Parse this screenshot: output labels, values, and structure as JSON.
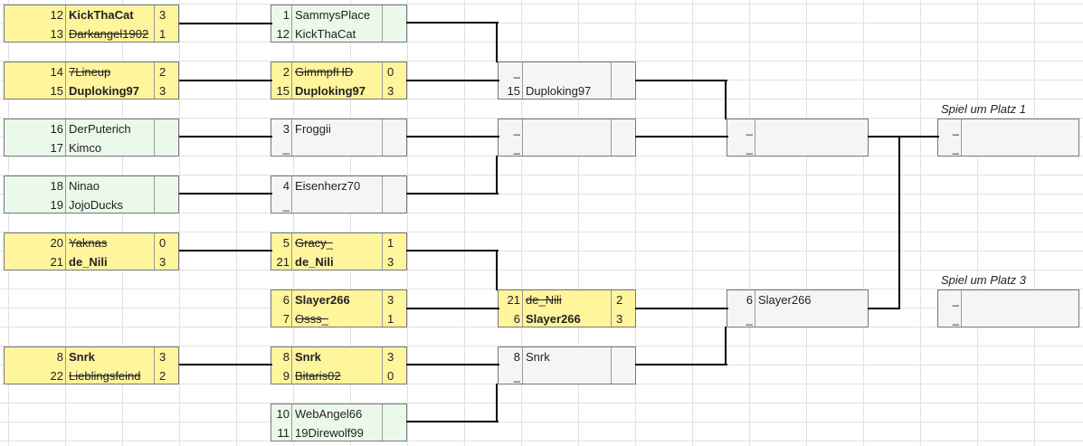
{
  "colors": {
    "played": "#fff59d",
    "pending": "#eaf9ea",
    "empty": "#f5f5f5",
    "border": "#777777",
    "connector": "#000000"
  },
  "place_labels": {
    "first": "Spiel um Platz 1",
    "third": "Spiel um Platz 3"
  },
  "rounds": [
    {
      "name": "round-1",
      "matches": [
        {
          "state": "played",
          "slots": [
            {
              "seed": "12",
              "name": "KickThaCat",
              "score": "3",
              "result": "win"
            },
            {
              "seed": "13",
              "name": "Darkangel1902",
              "score": "1",
              "result": "lose"
            }
          ]
        },
        {
          "state": "played",
          "slots": [
            {
              "seed": "14",
              "name": "7Lineup",
              "score": "2",
              "result": "lose"
            },
            {
              "seed": "15",
              "name": "Duploking97",
              "score": "3",
              "result": "win"
            }
          ]
        },
        {
          "state": "pending",
          "slots": [
            {
              "seed": "16",
              "name": "DerPuterich",
              "score": "",
              "result": ""
            },
            {
              "seed": "17",
              "name": "Kimco",
              "score": "",
              "result": ""
            }
          ]
        },
        {
          "state": "pending",
          "slots": [
            {
              "seed": "18",
              "name": "Ninao",
              "score": "",
              "result": ""
            },
            {
              "seed": "19",
              "name": "JojoDucks",
              "score": "",
              "result": ""
            }
          ]
        },
        {
          "state": "played",
          "slots": [
            {
              "seed": "20",
              "name": "Yaknas",
              "score": "0",
              "result": "lose"
            },
            {
              "seed": "21",
              "name": "de_Nili",
              "score": "3",
              "result": "win"
            }
          ]
        },
        {
          "state": "played",
          "slots": [
            {
              "seed": "8",
              "name": "Snrk",
              "score": "3",
              "result": "win"
            },
            {
              "seed": "22",
              "name": "Lieblingsfeind",
              "score": "2",
              "result": "lose"
            }
          ]
        }
      ]
    },
    {
      "name": "round-2",
      "matches": [
        {
          "state": "pending",
          "slots": [
            {
              "seed": "1",
              "name": "SammysPlace",
              "score": "",
              "result": ""
            },
            {
              "seed": "12",
              "name": "KickThaCat",
              "score": "",
              "result": ""
            }
          ]
        },
        {
          "state": "played",
          "slots": [
            {
              "seed": "2",
              "name": "GimmpfHD",
              "score": "0",
              "result": "lose"
            },
            {
              "seed": "15",
              "name": "Duploking97",
              "score": "3",
              "result": "win"
            }
          ]
        },
        {
          "state": "empty",
          "slots": [
            {
              "seed": "3",
              "name": "Froggii",
              "score": "",
              "result": ""
            },
            {
              "seed": "_",
              "name": "",
              "score": "",
              "result": ""
            }
          ]
        },
        {
          "state": "empty",
          "slots": [
            {
              "seed": "4",
              "name": "Eisenherz70",
              "score": "",
              "result": ""
            },
            {
              "seed": "_",
              "name": "",
              "score": "",
              "result": ""
            }
          ]
        },
        {
          "state": "played",
          "slots": [
            {
              "seed": "5",
              "name": "Gracy_",
              "score": "1",
              "result": "lose"
            },
            {
              "seed": "21",
              "name": "de_Nili",
              "score": "3",
              "result": "win"
            }
          ]
        },
        {
          "state": "played",
          "slots": [
            {
              "seed": "6",
              "name": "Slayer266",
              "score": "3",
              "result": "win"
            },
            {
              "seed": "7",
              "name": "Osss_",
              "score": "1",
              "result": "lose"
            }
          ]
        },
        {
          "state": "played",
          "slots": [
            {
              "seed": "8",
              "name": "Snrk",
              "score": "3",
              "result": "win"
            },
            {
              "seed": "9",
              "name": "Bitaris02",
              "score": "0",
              "result": "lose"
            }
          ]
        },
        {
          "state": "pending",
          "slots": [
            {
              "seed": "10",
              "name": "WebAngel66",
              "score": "",
              "result": ""
            },
            {
              "seed": "11",
              "name": "19Direwolf99",
              "score": "",
              "result": ""
            }
          ]
        }
      ]
    },
    {
      "name": "round-3",
      "matches": [
        {
          "state": "empty",
          "slots": [
            {
              "seed": "_",
              "name": "",
              "score": "",
              "result": ""
            },
            {
              "seed": "15",
              "name": "Duploking97",
              "score": "",
              "result": ""
            }
          ]
        },
        {
          "state": "empty",
          "slots": [
            {
              "seed": "_",
              "name": "",
              "score": "",
              "result": ""
            },
            {
              "seed": "_",
              "name": "",
              "score": "",
              "result": ""
            }
          ]
        },
        {
          "state": "played",
          "slots": [
            {
              "seed": "21",
              "name": "de_Nili",
              "score": "2",
              "result": "lose"
            },
            {
              "seed": "6",
              "name": "Slayer266",
              "score": "3",
              "result": "win"
            }
          ]
        },
        {
          "state": "empty",
          "slots": [
            {
              "seed": "8",
              "name": "Snrk",
              "score": "",
              "result": ""
            },
            {
              "seed": "_",
              "name": "",
              "score": "",
              "result": ""
            }
          ]
        }
      ]
    },
    {
      "name": "semifinal",
      "matches": [
        {
          "state": "empty",
          "slots": [
            {
              "seed": "_",
              "name": "",
              "score": "",
              "result": ""
            },
            {
              "seed": "_",
              "name": "",
              "score": "",
              "result": ""
            }
          ]
        },
        {
          "state": "empty",
          "slots": [
            {
              "seed": "6",
              "name": "Slayer266",
              "score": "",
              "result": ""
            },
            {
              "seed": "_",
              "name": "",
              "score": "",
              "result": ""
            }
          ]
        }
      ]
    },
    {
      "name": "final",
      "matches": [
        {
          "state": "empty",
          "slots": [
            {
              "seed": "_",
              "name": "",
              "score": "",
              "result": ""
            },
            {
              "seed": "_",
              "name": "",
              "score": "",
              "result": ""
            }
          ]
        },
        {
          "state": "empty",
          "slots": [
            {
              "seed": "_",
              "name": "",
              "score": "",
              "result": ""
            },
            {
              "seed": "_",
              "name": "",
              "score": "",
              "result": ""
            }
          ]
        }
      ]
    }
  ]
}
